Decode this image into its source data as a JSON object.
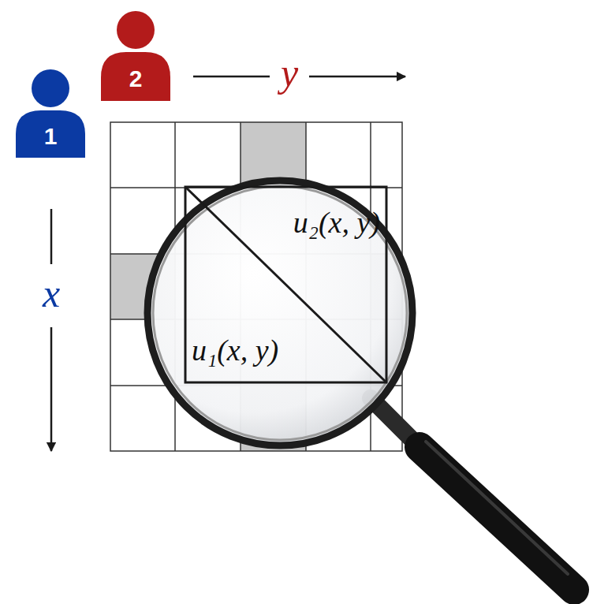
{
  "diagram": {
    "nodes": [
      {
        "text": [
          "1"
        ]
      },
      {
        "text": [
          "2"
        ]
      },
      {
        "text": [
          "u₂(x, y)",
          "u₁(x, y)"
        ]
      }
    ],
    "labels": [
      "y",
      "x"
    ]
  }
}
